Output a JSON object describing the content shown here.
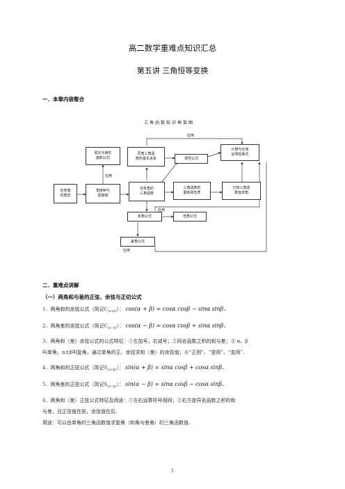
{
  "doc": {
    "title": "高二数学重难点知识汇总",
    "subtitle": "第五讲 三角恒等变换",
    "section1": "一．本章内容整合",
    "section2": "二．重难点讲解",
    "subsection1": "（一）两角和与差的正弦、余弦与正切公式",
    "page_number": "1"
  },
  "diagram": {
    "title": "三角函数知识框架图",
    "boxes": {
      "arc": "弧长与扇形\n面积公式",
      "basic": "同角三角函\n数的基本关系",
      "induced": "诱导公式",
      "calc": "计算与化简\n证明恒等式",
      "anyangle": "任意角\n的概念",
      "radian": "角度制与\n弧度制",
      "trig": "任意角的\n三角函数",
      "graph": "三角函数的\n图象和性质",
      "known": "已知三角函\n数值求角",
      "sum": "和角公式",
      "double": "倍角公式",
      "diff": "差角公式"
    },
    "labels": {
      "app_top": "应用",
      "app_mid": "应用",
      "app_sum": "应用",
      "app_diff": "应用"
    }
  },
  "formulas": [
    {
      "num": "1．",
      "text": "两角和的余弦公式（简记C",
      "sub": "(α+β)",
      "tail": "）：",
      "math": "cos(α + β) = cosα cosβ − sinα sinβ．"
    },
    {
      "num": "2．",
      "text": "两角差的余弦公式（简记C",
      "sub": "(α−β)",
      "tail": "）：",
      "math": "cos(α − β) = cosα cosβ + sinα sinβ．"
    },
    {
      "num": "4．",
      "text": "两角和的正弦公式（简记S",
      "sub": "(α+β)",
      "tail": "）：",
      "math": "sin(α + β) = sinα cosβ + cosα sinβ．"
    },
    {
      "num": "5．",
      "text": "两角差的正弦公式（简记S",
      "sub": "(α−β)",
      "tail": "）：",
      "math": "sin(α − β) = sinα cosβ − cosα sinβ．"
    }
  ],
  "notes": {
    "n3_line1": "3．两角和（差）余弦公式的公式特征：①左加号，右减号；②同名函数之积的和与差；③ α、β",
    "n3_line2": "叫单角，α±β叫复角，通过单角的正、余弦求和（差）的余弦值；④“正用”、“逆用”、“变用”．",
    "n6_line1": "6．两角和（差）正弦公式特征及用途：①左右运算符号相同；②右方是异名函数之积的和",
    "n6_line2": "与差，且正弦值在前，余弦值在后．",
    "usage": "用途：可以由单角的三角函数值求复角（和角与差角）的三角函数值．"
  }
}
